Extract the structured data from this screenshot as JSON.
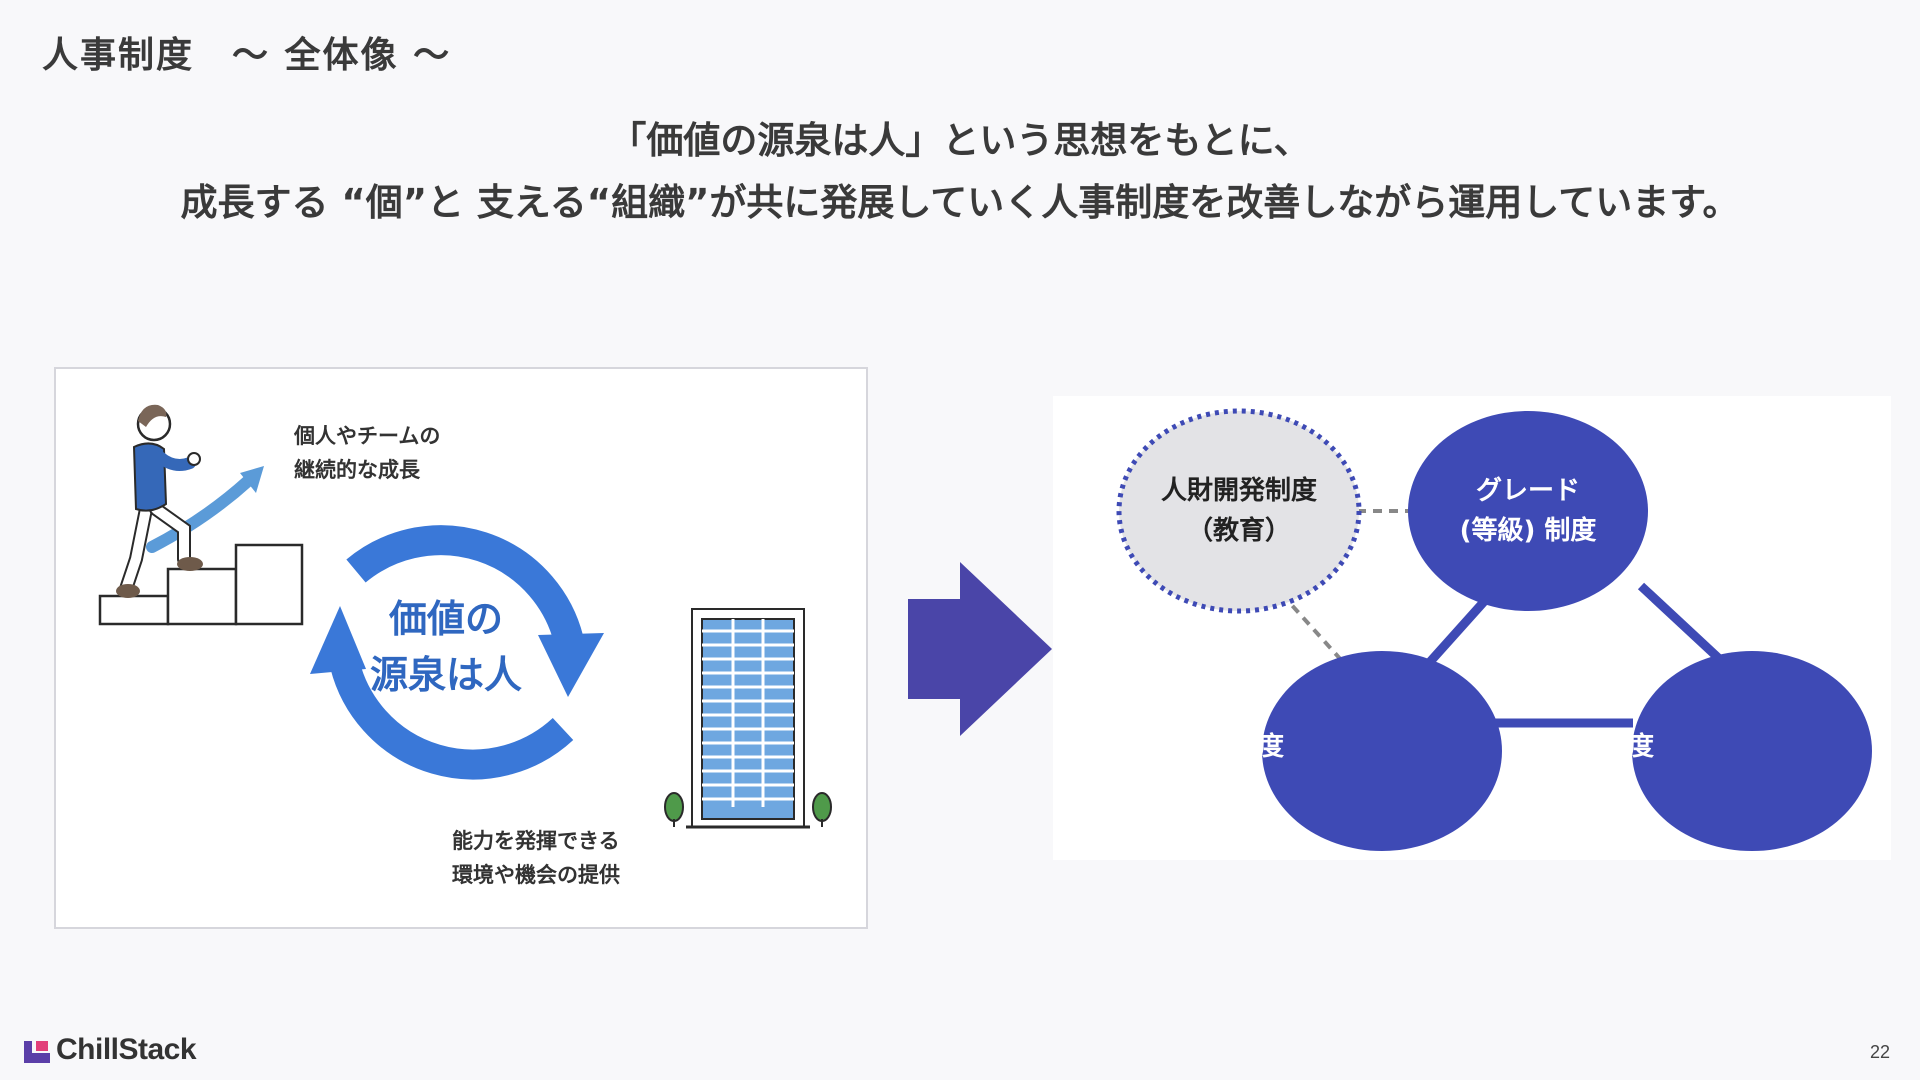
{
  "header": {
    "title": "人事制度　～ 全体像 ～"
  },
  "lead": {
    "line1": "「価値の源泉は人」という思想をもとに、",
    "line2": "成長する “個”と 支える“組織”が共に発展していく人事制度を改善しながら運用しています。"
  },
  "left_panel": {
    "caption_top": [
      "個人やチームの",
      "継続的な成長"
    ],
    "cycle_text": [
      "価値の",
      "源泉は人"
    ],
    "caption_bottom": [
      "能力を発揮できる",
      "環境や機会の提供"
    ]
  },
  "right_panel": {
    "development": [
      "人財開発制度",
      "（教育）"
    ],
    "grade": [
      "グレード",
      "(等級) 制度"
    ],
    "evaluation": "評価制度",
    "compensation": "報酬制度"
  },
  "colors": {
    "node_fill": "#3e4ab5",
    "development_fill": "#e3e3e6",
    "development_border": "#3e4ab5",
    "cycle_blue": "#3a78d8",
    "arrow": "#4a45a8",
    "brand_accent": "#5b3fa8"
  },
  "footer": {
    "brand": "ChillStack",
    "page_number": "22"
  }
}
